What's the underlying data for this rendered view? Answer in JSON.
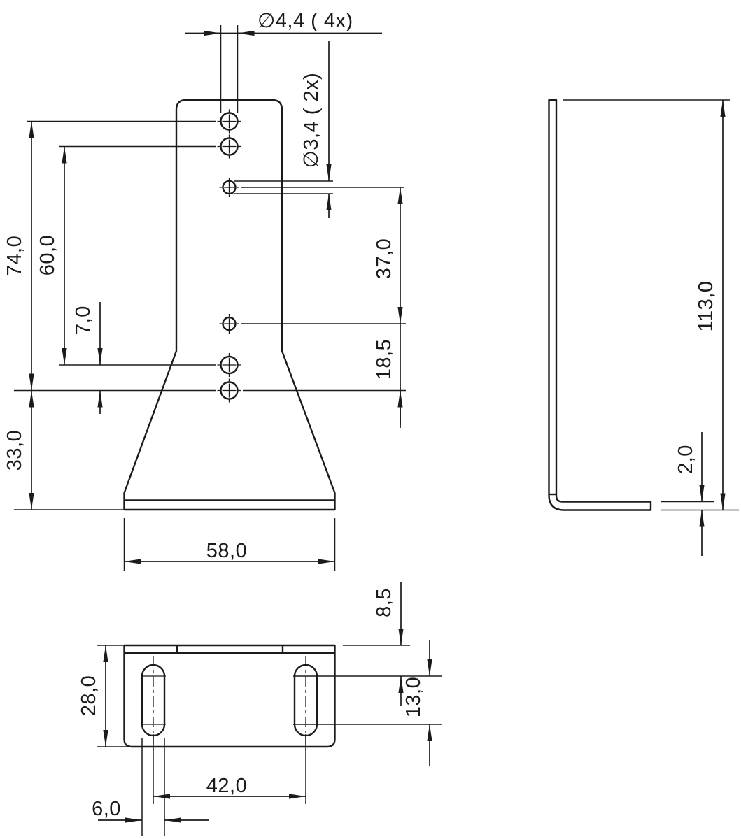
{
  "page": {
    "background": "#ffffff",
    "line_color": "#1b1b1b",
    "type": "technical-drawing-bracket-3-views"
  },
  "views": {
    "front": {
      "labels": {
        "dia_top": "∅4,4 ( 4x)",
        "dia_mid": "∅3,4 ( 2x)",
        "h74": "74,0",
        "h60": "60,0",
        "h7": "7,0",
        "h33": "33,0",
        "w58": "58,0",
        "v37": "37,0",
        "v185": "18,5"
      }
    },
    "side": {
      "labels": {
        "h113": "113,0",
        "t2": "2,0"
      }
    },
    "bottom": {
      "labels": {
        "d28": "28,0",
        "d42": "42,0",
        "d6": "6,0",
        "d85": "8,5",
        "d13": "13,0"
      }
    }
  }
}
